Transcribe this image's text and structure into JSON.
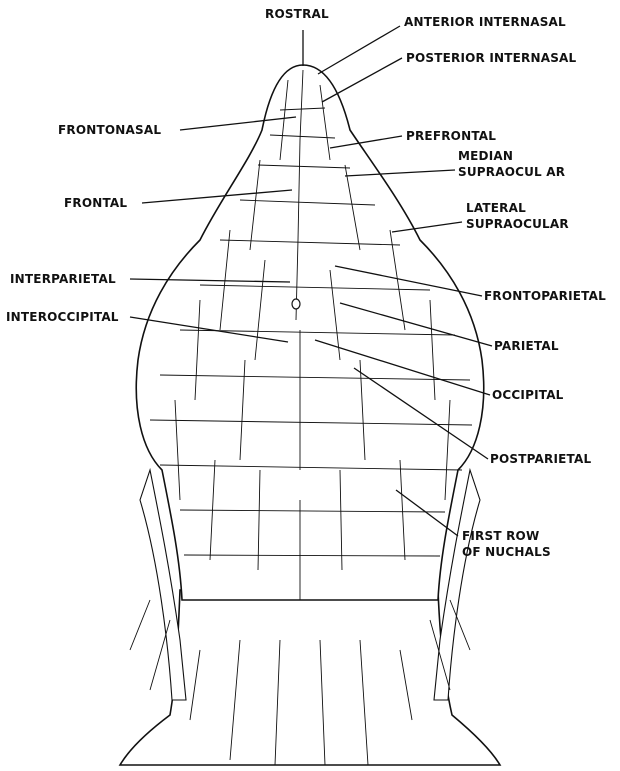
{
  "labels": [
    {
      "key": "rostral",
      "lines": [
        "ROSTRAL"
      ]
    },
    {
      "key": "anterior_internasal",
      "lines": [
        "ANTERIOR INTERNASAL"
      ]
    },
    {
      "key": "posterior_internasal",
      "lines": [
        "POSTERIOR INTERNASAL"
      ]
    },
    {
      "key": "frontonasal",
      "lines": [
        "FRONTONASAL"
      ]
    },
    {
      "key": "prefrontal",
      "lines": [
        "PREFRONTAL"
      ]
    },
    {
      "key": "median_supraocular",
      "lines": [
        "MEDIAN",
        "SUPRAOCUL AR"
      ]
    },
    {
      "key": "frontal",
      "lines": [
        "FRONTAL"
      ]
    },
    {
      "key": "lateral_supraocular",
      "lines": [
        "LATERAL",
        "SUPRAOCULAR"
      ]
    },
    {
      "key": "interparietal",
      "lines": [
        "INTERPARIETAL"
      ]
    },
    {
      "key": "frontoparietal",
      "lines": [
        "FRONTOPARIETAL"
      ]
    },
    {
      "key": "interoccipital",
      "lines": [
        "INTEROCCIPITAL"
      ]
    },
    {
      "key": "parietal",
      "lines": [
        "PARIETAL"
      ]
    },
    {
      "key": "occipital",
      "lines": [
        "OCCIPITAL"
      ]
    },
    {
      "key": "postparietal",
      "lines": [
        "POSTPARIETAL"
      ]
    },
    {
      "key": "first_row_of_nuchals",
      "lines": [
        "FIRST ROW",
        "OF NUCHALS"
      ]
    }
  ],
  "colors": {
    "ink": "#111111",
    "paper": "#ffffff"
  }
}
